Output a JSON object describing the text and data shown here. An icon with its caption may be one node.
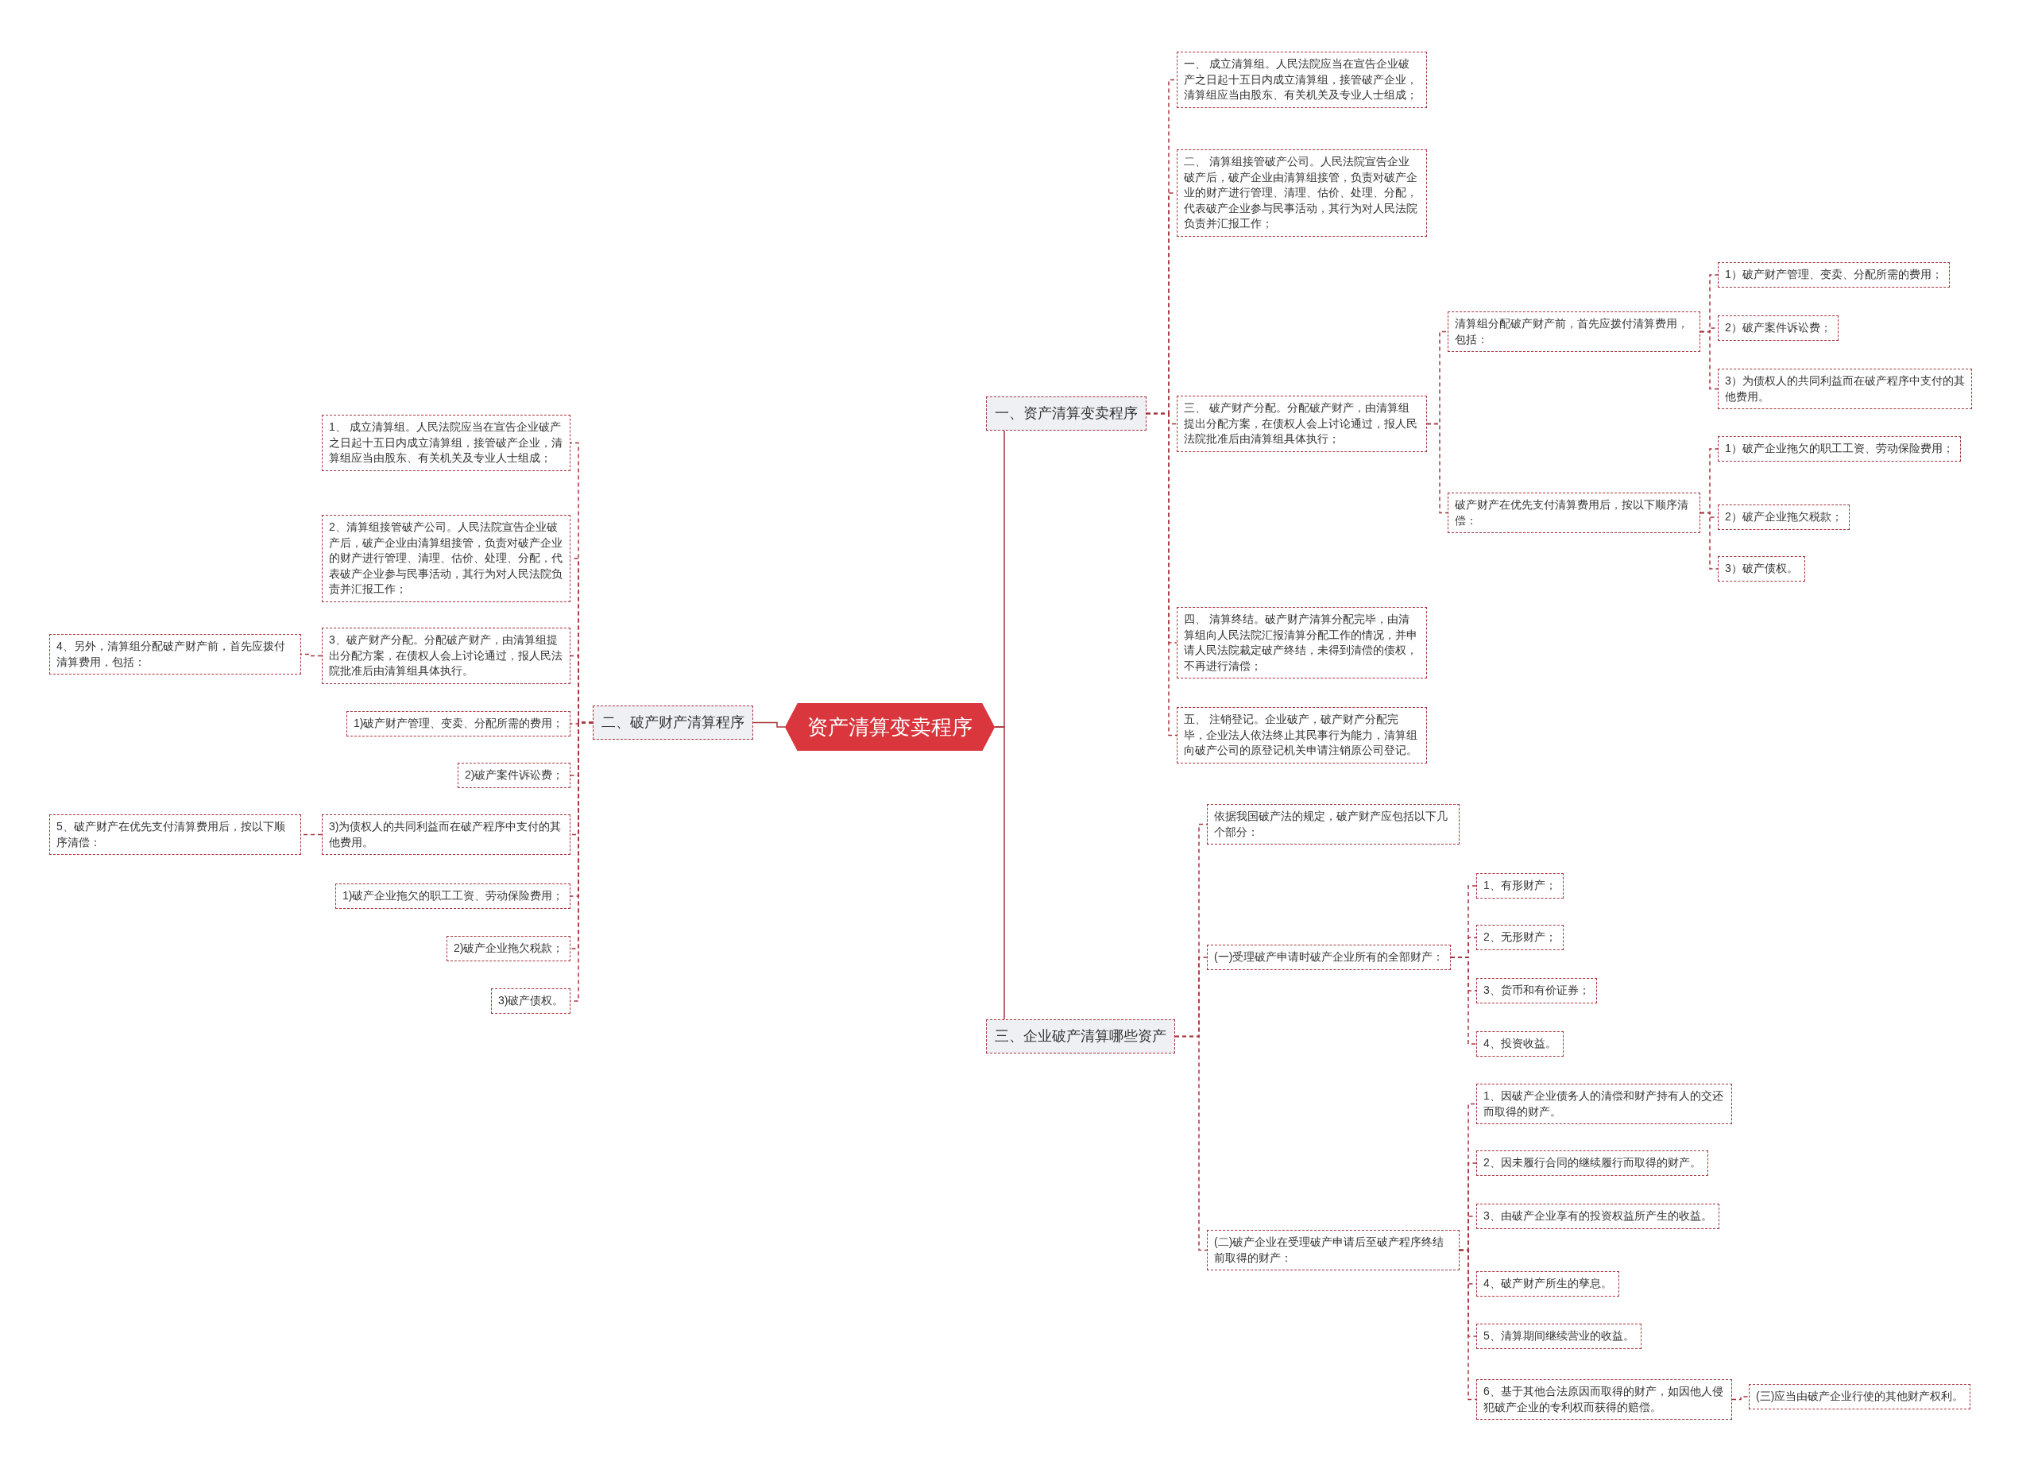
{
  "diagram": {
    "nodes": [
      {
        "text": [
          "资产清算变卖程序"
        ]
      },
      {
        "text": [
          "一、资产清算变卖程序"
        ]
      },
      {
        "text": [
          "一、 成立清算组。人民法院应当在宣告企业破产之日起十五日内成立清算组，接管破产企业，清算组应当由股东、有关机关及专业人士组成；"
        ]
      },
      {
        "text": [
          "二、 清算组接管破产公司。人民法院宣告企业破产后，破产企业由清算组接管，负责对破产企业的财产进行管理、清理、估价、处理、分配，代表破产企业参与民事活动，其行为对人民法院负责并汇报工作；"
        ]
      },
      {
        "text": [
          "三、 破产财产分配。分配破产财产，由清算组提出分配方案，在债权人会上讨论通过，报人民法院批准后由清算组具体执行；"
        ]
      },
      {
        "text": [
          "清算组分配破产财产前，首先应拨付清算费用，包括："
        ]
      },
      {
        "text": [
          "1）破产财产管理、变卖、分配所需的费用；"
        ]
      },
      {
        "text": [
          "2）破产案件诉讼费；"
        ]
      },
      {
        "text": [
          "3）为债权人的共同利益而在破产程序中支付的其他费用。"
        ]
      },
      {
        "text": [
          "破产财产在优先支付清算费用后，按以下顺序清偿："
        ]
      },
      {
        "text": [
          "1）破产企业拖欠的职工工资、劳动保险费用；"
        ]
      },
      {
        "text": [
          "2）破产企业拖欠税款；"
        ]
      },
      {
        "text": [
          "3）破产债权。"
        ]
      },
      {
        "text": [
          "四、 清算终结。破产财产清算分配完毕，由清算组向人民法院汇报清算分配工作的情况，并申请人民法院裁定破产终结，未得到清偿的债权，不再进行清偿；"
        ]
      },
      {
        "text": [
          "五、 注销登记。企业破产，破产财产分配完毕，企业法人依法终止其民事行为能力，清算组向破产公司的原登记机关申请注销原公司登记。"
        ]
      },
      {
        "text": [
          "二、破产财产清算程序"
        ]
      },
      {
        "text": [
          "1、 成立清算组。人民法院应当在宣告企业破产之日起十五日内成立清算组，接管破产企业，清算组应当由股东、有关机关及专业人士组成；"
        ]
      },
      {
        "text": [
          "2、清算组接管破产公司。人民法院宣告企业破产后，破产企业由清算组接管，负责对破产企业的财产进行管理、清理、估价、处理、分配，代表破产企业参与民事活动，其行为对人民法院负责并汇报工作；"
        ]
      },
      {
        "text": [
          "3、破产财产分配。分配破产财产，由清算组提出分配方案，在债权人会上讨论通过，报人民法院批准后由清算组具体执行。"
        ]
      },
      {
        "text": [
          "4、另外，清算组分配破产财产前，首先应拨付清算费用，包括："
        ]
      },
      {
        "text": [
          "1)破产财产管理、变卖、分配所需的费用；"
        ]
      },
      {
        "text": [
          "2)破产案件诉讼费；"
        ]
      },
      {
        "text": [
          "3)为债权人的共同利益而在破产程序中支付的其他费用。"
        ]
      },
      {
        "text": [
          "5、破产财产在优先支付清算费用后，按以下顺序清偿："
        ]
      },
      {
        "text": [
          "1)破产企业拖欠的职工工资、劳动保险费用；"
        ]
      },
      {
        "text": [
          "2)破产企业拖欠税款；"
        ]
      },
      {
        "text": [
          "3)破产债权。"
        ]
      },
      {
        "text": [
          "三、企业破产清算哪些资产"
        ]
      },
      {
        "text": [
          "依据我国破产法的规定，破产财产应包括以下几个部分："
        ]
      },
      {
        "text": [
          "(一)受理破产申请时破产企业所有的全部财产："
        ]
      },
      {
        "text": [
          "1、有形财产；"
        ]
      },
      {
        "text": [
          "2、无形财产；"
        ]
      },
      {
        "text": [
          "3、货币和有价证券；"
        ]
      },
      {
        "text": [
          "4、投资收益。"
        ]
      },
      {
        "text": [
          "(二)破产企业在受理破产申请后至破产程序终结前取得的财产："
        ]
      },
      {
        "text": [
          "1、因破产企业债务人的清偿和财产持有人的交还而取得的财产。"
        ]
      },
      {
        "text": [
          "2、因未履行合同的继续履行而取得的财产。"
        ]
      },
      {
        "text": [
          "3、由破产企业享有的投资权益所产生的收益。"
        ]
      },
      {
        "text": [
          "4、破产财产所生的孳息。"
        ]
      },
      {
        "text": [
          "5、清算期间继续营业的收益。"
        ]
      },
      {
        "text": [
          "6、基于其他合法原因而取得的财产，如因他人侵犯破产企业的专利权而获得的赔偿。"
        ]
      },
      {
        "text": [
          "(三)应当由破产企业行使的其他财产权利。"
        ]
      }
    ],
    "edges": [
      {
        "from": 0,
        "to": 1,
        "arrow": "none"
      },
      {
        "from": 0,
        "to": 15,
        "arrow": "none"
      },
      {
        "from": 0,
        "to": 27,
        "arrow": "none"
      },
      {
        "from": 1,
        "to": 2,
        "arrow": "none",
        "style": "dashed"
      },
      {
        "from": 1,
        "to": 3,
        "arrow": "none",
        "style": "dashed"
      },
      {
        "from": 1,
        "to": 4,
        "arrow": "none",
        "style": "dashed"
      },
      {
        "from": 1,
        "to": 13,
        "arrow": "none",
        "style": "dashed"
      },
      {
        "from": 1,
        "to": 14,
        "arrow": "none",
        "style": "dashed"
      },
      {
        "from": 4,
        "to": 5,
        "arrow": "none",
        "style": "dashed"
      },
      {
        "from": 4,
        "to": 9,
        "arrow": "none",
        "style": "dashed"
      },
      {
        "from": 5,
        "to": 6,
        "arrow": "none",
        "style": "dashed"
      },
      {
        "from": 5,
        "to": 7,
        "arrow": "none",
        "style": "dashed"
      },
      {
        "from": 5,
        "to": 8,
        "arrow": "none",
        "style": "dashed"
      },
      {
        "from": 9,
        "to": 10,
        "arrow": "none",
        "style": "dashed"
      },
      {
        "from": 9,
        "to": 11,
        "arrow": "none",
        "style": "dashed"
      },
      {
        "from": 9,
        "to": 12,
        "arrow": "none",
        "style": "dashed"
      },
      {
        "from": 15,
        "to": 16,
        "arrow": "none",
        "style": "dashed"
      },
      {
        "from": 15,
        "to": 17,
        "arrow": "none",
        "style": "dashed"
      },
      {
        "from": 15,
        "to": 18,
        "arrow": "none",
        "style": "dashed"
      },
      {
        "from": 15,
        "to": 20,
        "arrow": "none",
        "style": "dashed"
      },
      {
        "from": 15,
        "to": 21,
        "arrow": "none",
        "style": "dashed"
      },
      {
        "from": 15,
        "to": 22,
        "arrow": "none",
        "style": "dashed"
      },
      {
        "from": 15,
        "to": 24,
        "arrow": "none",
        "style": "dashed"
      },
      {
        "from": 15,
        "to": 25,
        "arrow": "none",
        "style": "dashed"
      },
      {
        "from": 15,
        "to": 26,
        "arrow": "none",
        "style": "dashed"
      },
      {
        "from": 18,
        "to": 19,
        "arrow": "none",
        "style": "dashed"
      },
      {
        "from": 22,
        "to": 23,
        "arrow": "none",
        "style": "dashed"
      },
      {
        "from": 27,
        "to": 28,
        "arrow": "none",
        "style": "dashed"
      },
      {
        "from": 27,
        "to": 29,
        "arrow": "none",
        "style": "dashed"
      },
      {
        "from": 27,
        "to": 34,
        "arrow": "none",
        "style": "dashed"
      },
      {
        "from": 29,
        "to": 30,
        "arrow": "none",
        "style": "dashed"
      },
      {
        "from": 29,
        "to": 31,
        "arrow": "none",
        "style": "dashed"
      },
      {
        "from": 29,
        "to": 32,
        "arrow": "none",
        "style": "dashed"
      },
      {
        "from": 29,
        "to": 33,
        "arrow": "none",
        "style": "dashed"
      },
      {
        "from": 34,
        "to": 35,
        "arrow": "none",
        "style": "dashed"
      },
      {
        "from": 34,
        "to": 36,
        "arrow": "none",
        "style": "dashed"
      },
      {
        "from": 34,
        "to": 37,
        "arrow": "none",
        "style": "dashed"
      },
      {
        "from": 34,
        "to": 38,
        "arrow": "none",
        "style": "dashed"
      },
      {
        "from": 34,
        "to": 39,
        "arrow": "none",
        "style": "dashed"
      },
      {
        "from": 34,
        "to": 40,
        "arrow": "none",
        "style": "dashed"
      },
      {
        "from": 40,
        "to": 41,
        "arrow": "none",
        "style": "dashed"
      }
    ]
  }
}
